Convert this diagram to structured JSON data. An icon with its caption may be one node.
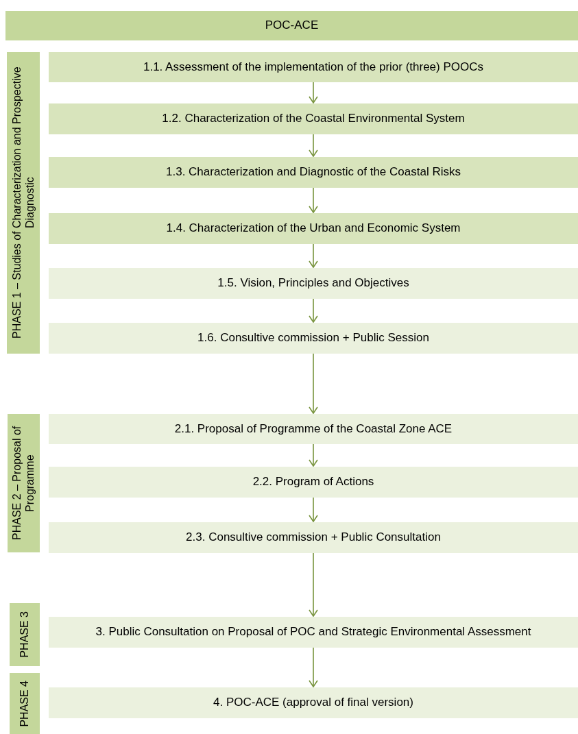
{
  "diagram": {
    "nodes": [
      {
        "text": [
          "POC-ACE"
        ]
      },
      {
        "text": [
          "PHASE 1 – Studies of Characterization and Prospective Diagnostic"
        ]
      },
      {
        "text": [
          "1.1. Assessment of the implementation of the prior (three) POOCs"
        ]
      },
      {
        "text": [
          "1.2. Characterization of the Coastal Environmental System"
        ]
      },
      {
        "text": [
          "1.3. Characterization and Diagnostic of the Coastal Risks"
        ]
      },
      {
        "text": [
          "1.4. Characterization of the Urban and Economic System"
        ]
      },
      {
        "text": [
          "1.5. Vision, Principles and Objectives"
        ]
      },
      {
        "text": [
          "1.6. Consultive commission + Public Session"
        ]
      },
      {
        "text": [
          "PHASE 2 – Proposal of Programme"
        ]
      },
      {
        "text": [
          "2.1. Proposal of Programme of the Coastal Zone ACE"
        ]
      },
      {
        "text": [
          "2.2. Program of Actions"
        ]
      },
      {
        "text": [
          "2.3. Consultive commission + Public Consultation"
        ]
      },
      {
        "text": [
          "PHASE 3"
        ]
      },
      {
        "text": [
          "3. Public Consultation on Proposal of POC and Strategic Environmental Assessment"
        ]
      },
      {
        "text": [
          "PHASE 4"
        ]
      },
      {
        "text": [
          "4. POC-ACE (approval of final version)"
        ]
      }
    ],
    "edges": [
      {
        "from": 2,
        "to": 3,
        "arrow": "to"
      },
      {
        "from": 3,
        "to": 4,
        "arrow": "to"
      },
      {
        "from": 4,
        "to": 5,
        "arrow": "to"
      },
      {
        "from": 5,
        "to": 6,
        "arrow": "to"
      },
      {
        "from": 6,
        "to": 7,
        "arrow": "to"
      },
      {
        "from": 7,
        "to": 9,
        "arrow": "to"
      },
      {
        "from": 9,
        "to": 10,
        "arrow": "to"
      },
      {
        "from": 10,
        "to": 11,
        "arrow": "to"
      },
      {
        "from": 11,
        "to": 13,
        "arrow": "to"
      },
      {
        "from": 13,
        "to": 15,
        "arrow": "to"
      }
    ]
  }
}
